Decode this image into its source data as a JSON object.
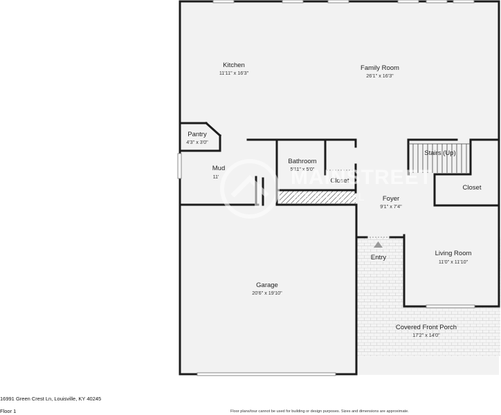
{
  "rooms": {
    "kitchen": {
      "name": "Kitchen",
      "dims": "11'11\" x 16'3\""
    },
    "family_room": {
      "name": "Family Room",
      "dims": "26'1\" x 16'3\""
    },
    "pantry": {
      "name": "Pantry",
      "dims": "4'3\" x 3'0\""
    },
    "mud": {
      "name": "Mud",
      "dims": "11'"
    },
    "bathroom": {
      "name": "Bathroom",
      "dims": "5'11\" x 5'0\""
    },
    "closet_hall": {
      "name": "Closet"
    },
    "stairs": {
      "name": "Stairs (Up)"
    },
    "closet_right": {
      "name": "Closet"
    },
    "foyer": {
      "name": "Foyer",
      "dims": "9'1\" x 7'4\""
    },
    "entry": {
      "name": "Entry"
    },
    "living_room": {
      "name": "Living Room",
      "dims": "11'0\" x 11'10\""
    },
    "garage": {
      "name": "Garage",
      "dims": "20'6\" x 19'10\""
    },
    "porch": {
      "name": "Covered Front Porch",
      "dims": "17'2\" x 14'0\""
    }
  },
  "watermark": {
    "line1": "MAINSTREET",
    "line2": "RENEWAL"
  },
  "footer": {
    "address": "16991 Green Crest Ln, Louisville, KY 40245",
    "floor": "Floor 1",
    "disclaimer": "Floor plans/tour cannot be used for building or design purposes. Sizes and dimensions are approximate."
  }
}
